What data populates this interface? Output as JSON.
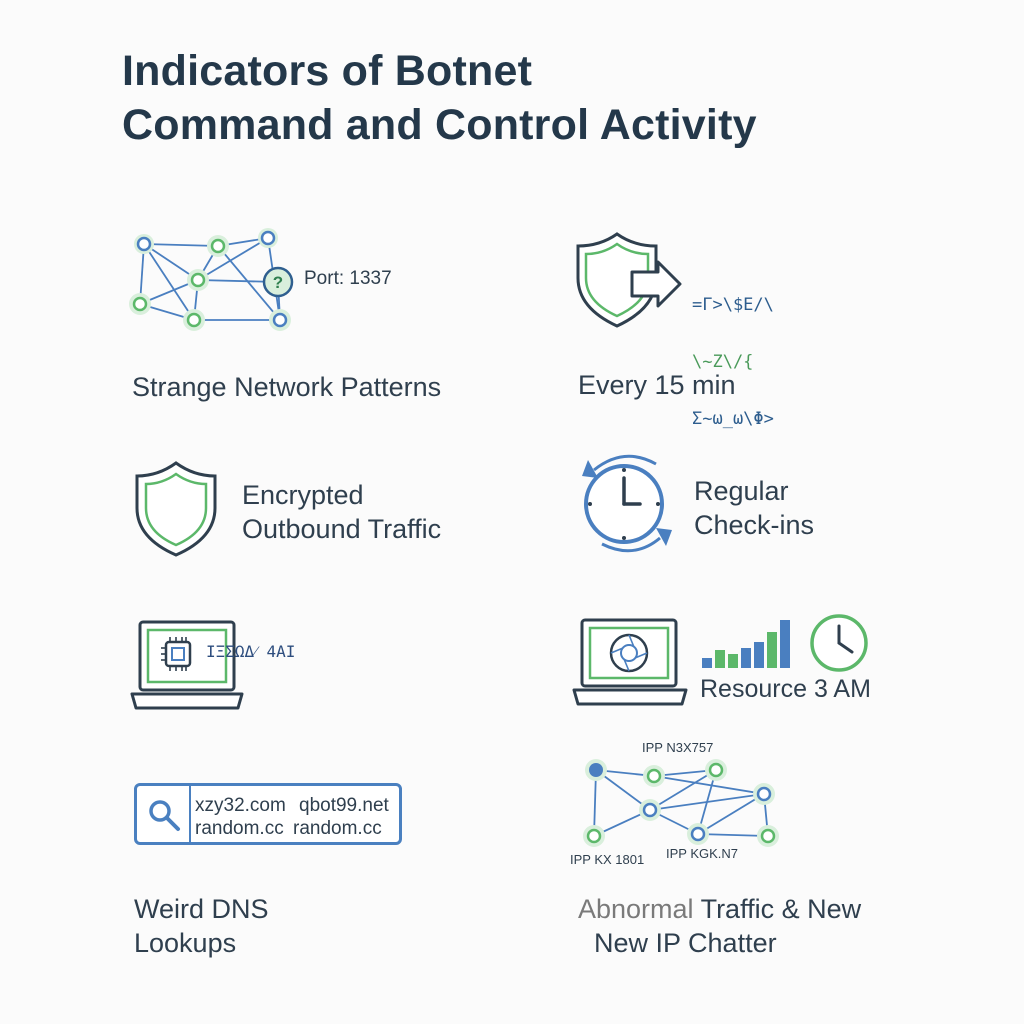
{
  "title_line1": "Indicators of Botnet",
  "title_line2": "Command and Control Activity",
  "network": {
    "port_label": "Port: 1337",
    "caption": "Strange Network Patterns"
  },
  "beacon": {
    "code_line1": "=Γ>\\$E/\\",
    "code_line2": "\\~Z\\/{",
    "code_line3": "Σ~ω_ω\\Φ>",
    "caption": "Every 15 min"
  },
  "encrypted": {
    "line1": "Encrypted",
    "line2": "Outbound Traffic"
  },
  "checkins": {
    "line1": "Regular",
    "line2": "Check-ins"
  },
  "laptop_chip": {
    "glitch_text": "ΙΞΣΩΔ⁄ 4ΑΙ"
  },
  "resource": {
    "label": "Resource 3 AM"
  },
  "dns": {
    "domain1": "xzy32.com",
    "domain2": "qbot99.net",
    "domain3": "random.cc",
    "domain4": "random.cc",
    "caption_line1": "Weird DNS",
    "caption_line2": "Lookups"
  },
  "ip_chatter": {
    "ip_top": "IPP N3X757",
    "ip_left": "IPP KX 1801",
    "ip_right": "IPP KGK.N7",
    "caption_part1": "Abnormal",
    "caption_part2": " Traffic & New",
    "caption_line2": "New IP Chatter"
  },
  "colors": {
    "green": "#5cb86a",
    "blue": "#4a7fc0",
    "dark": "#2f3f4e"
  }
}
